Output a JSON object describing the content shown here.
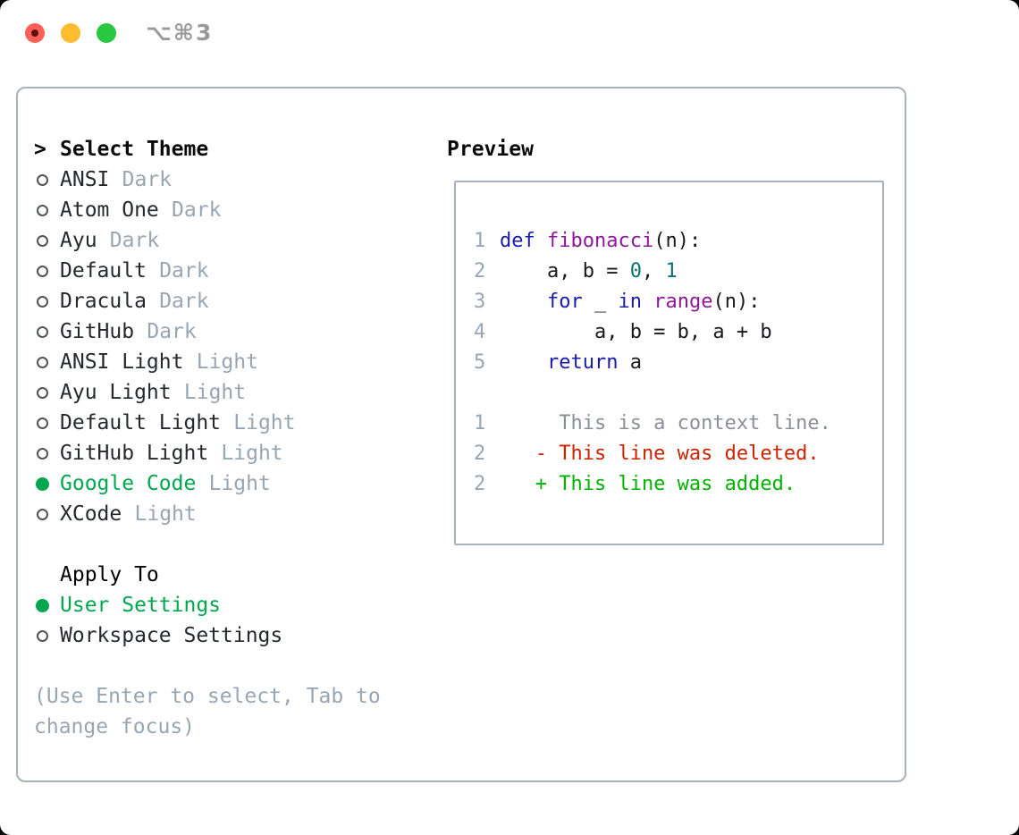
{
  "window": {
    "title": "⌥⌘3",
    "traffic_lights": [
      "close",
      "minimize",
      "zoom"
    ]
  },
  "selector": {
    "prompt": ">",
    "title": "Select Theme",
    "themes": [
      {
        "name": "ANSI",
        "variant": "Dark",
        "selected": false
      },
      {
        "name": "Atom One",
        "variant": "Dark",
        "selected": false
      },
      {
        "name": "Ayu",
        "variant": "Dark",
        "selected": false
      },
      {
        "name": "Default",
        "variant": "Dark",
        "selected": false
      },
      {
        "name": "Dracula",
        "variant": "Dark",
        "selected": false
      },
      {
        "name": "GitHub",
        "variant": "Dark",
        "selected": false
      },
      {
        "name": "ANSI Light",
        "variant": "Light",
        "selected": false
      },
      {
        "name": "Ayu Light",
        "variant": "Light",
        "selected": false
      },
      {
        "name": "Default Light",
        "variant": "Light",
        "selected": false
      },
      {
        "name": "GitHub Light",
        "variant": "Light",
        "selected": false
      },
      {
        "name": "Google Code",
        "variant": "Light",
        "selected": true
      },
      {
        "name": "XCode",
        "variant": "Light",
        "selected": false
      }
    ],
    "apply_to": {
      "title": "Apply To",
      "options": [
        {
          "label": "User Settings",
          "selected": true
        },
        {
          "label": "Workspace Settings",
          "selected": false
        }
      ]
    },
    "help_lines": [
      "(Use Enter to select, Tab to",
      "change focus)"
    ]
  },
  "preview": {
    "title": "Preview",
    "code": [
      {
        "num": "1",
        "tokens": [
          {
            "t": "def",
            "c": "kw"
          },
          {
            "t": " ",
            "c": "pl"
          },
          {
            "t": "fibonacci",
            "c": "fn"
          },
          {
            "t": "(n):",
            "c": "pl"
          }
        ]
      },
      {
        "num": "2",
        "tokens": [
          {
            "t": "    a, b = ",
            "c": "pl"
          },
          {
            "t": "0",
            "c": "lit"
          },
          {
            "t": ", ",
            "c": "pl"
          },
          {
            "t": "1",
            "c": "lit"
          }
        ]
      },
      {
        "num": "3",
        "tokens": [
          {
            "t": "    ",
            "c": "pl"
          },
          {
            "t": "for",
            "c": "kw"
          },
          {
            "t": " _ ",
            "c": "pl"
          },
          {
            "t": "in",
            "c": "kw"
          },
          {
            "t": " ",
            "c": "pl"
          },
          {
            "t": "range",
            "c": "fn"
          },
          {
            "t": "(n):",
            "c": "pl"
          }
        ]
      },
      {
        "num": "4",
        "tokens": [
          {
            "t": "        a, b = b, a + b",
            "c": "pl"
          }
        ]
      },
      {
        "num": "5",
        "tokens": [
          {
            "t": "    ",
            "c": "pl"
          },
          {
            "t": "return",
            "c": "kw"
          },
          {
            "t": " a",
            "c": "pl"
          }
        ]
      }
    ],
    "diff": [
      {
        "num": "1",
        "marker": " ",
        "text": "This is a context line.",
        "kind": "context"
      },
      {
        "num": "2",
        "marker": "-",
        "text": "This line was deleted.",
        "kind": "deleted"
      },
      {
        "num": "2",
        "marker": "+",
        "text": "This line was added.",
        "kind": "added"
      }
    ]
  },
  "colors": {
    "green": "#00a74f",
    "added": "#00b300",
    "deleted": "#cc2200",
    "context": "#8b9097",
    "muted": "#9aa5b2",
    "text": "#24292e",
    "heading": "#0a0a0a",
    "ring": "#4d545c",
    "border": "#a9b2bc",
    "kw": "#1a1aac",
    "fn": "#8e189b",
    "lit": "#0c7070",
    "pl": "#17191d",
    "title": "#9a9a9a",
    "light_red": "#ff5f57",
    "light_yellow": "#febc2e",
    "light_green": "#28c840",
    "light_red_dot": "#5c120b"
  }
}
